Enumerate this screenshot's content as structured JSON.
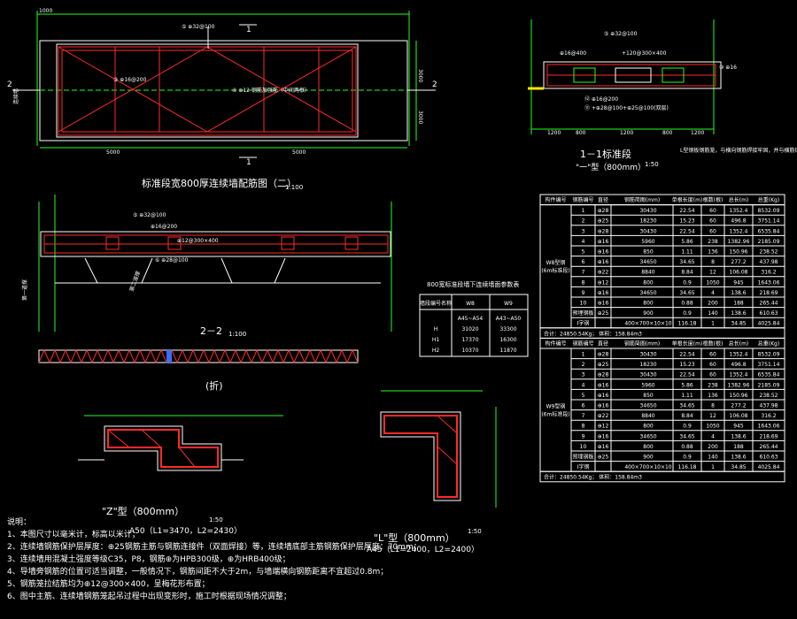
{
  "plan": {
    "dim_top": "1000",
    "dim_right": [
      "3000",
      "3000"
    ],
    "dim_bottom": [
      "5000",
      "5000"
    ],
    "section_mark_1": "1",
    "section_mark_2": "2",
    "rebar_top": "⑤ ⊕32@100",
    "rebar_mid": "③ ⊕16@200",
    "rebar_note": "④ ⊕12 钢筋加强筋（中间两根）",
    "left_note": "连续墙",
    "title": "标准段宽800厚连续墙配筋图（二）",
    "scale": "1:100"
  },
  "section11": {
    "dims": [
      "1200",
      "800",
      "1200",
      "800",
      "1200"
    ],
    "labels": [
      "⑤ ⊕32@100",
      "⊕16@400",
      "⑫ ⊕16@200",
      "+120@300×400",
      "⑩ ⊕16",
      "⑪ +⊕28@100+⊕25@100(双层)"
    ],
    "title": "1－1标准段",
    "subtitle": "\"一\"型（800mm）",
    "scale": "1:50",
    "note": "L型钢板钢筋笼，与横向钢筋焊接牢固，并与横筋焊接"
  },
  "section22": {
    "title": "2－2",
    "scale": "1:100",
    "labels": [
      "⊕16@200",
      "⊕12@300×400",
      "⑤ ⊕32@100",
      "⑥ ⊕28@100"
    ],
    "side_labels": [
      "第一道撑",
      "第二道撑"
    ]
  },
  "corner_z": {
    "title": "\"Z\"型（800mm）",
    "scale": "1:50",
    "subtitle": "A50（L1=3470，L2=2430）",
    "label": "(折)"
  },
  "corner_l": {
    "title": "\"L\"型（800mm）",
    "scale": "1:50",
    "subtitle": "A45（L1=2400，L2=2400）"
  },
  "small_table": {
    "title": "800宽标准段墙下连续墙面参数表",
    "headers": [
      "墙段编号名称",
      "W8",
      "W9"
    ],
    "rows": [
      [
        "",
        "A45~A54",
        "A43~A50"
      ],
      [
        "H",
        "31020",
        "33300"
      ],
      [
        "H1",
        "17370",
        "16300"
      ],
      [
        "H2",
        "10370",
        "11870"
      ]
    ]
  },
  "big_table": {
    "headers": [
      "构件编号",
      "钢筋编号",
      "直径",
      "钢筋简图(mm)",
      "单根长度(m)",
      "根数(根)",
      "总长(m)",
      "总重(Kg)"
    ],
    "groups": [
      {
        "name": "W8型钢\n(6m标准段)",
        "rows": [
          [
            "1",
            "⊕28",
            "30430",
            "22.54",
            "60",
            "1352.4",
            "8532.09"
          ],
          [
            "2",
            "⊕25",
            "18230",
            "15.23",
            "60",
            "496.8",
            "3751.14"
          ],
          [
            "3",
            "⊕28",
            "30430",
            "22.54",
            "60",
            "1352.4",
            "6535.84"
          ],
          [
            "4",
            "⊕16",
            "5960",
            "5.86",
            "238",
            "1382.96",
            "2185.09"
          ],
          [
            "5",
            "⊕16",
            "850",
            "1.11",
            "136",
            "150.96",
            "238.52"
          ],
          [
            "6",
            "⊕16",
            "34650",
            "34.65",
            "8",
            "277.2",
            "437.98"
          ],
          [
            "7",
            "⊕22",
            "8840",
            "8.84",
            "12",
            "106.08",
            "316.2"
          ],
          [
            "8",
            "⊕12",
            "800",
            "0.9",
            "1050",
            "945",
            "1643.06"
          ],
          [
            "9",
            "⊕16",
            "34650",
            "34.65",
            "4",
            "138.6",
            "218.69"
          ],
          [
            "10",
            "⊕16",
            "800",
            "0.88",
            "200",
            "188",
            "265.44"
          ],
          [
            "预埋钢板",
            "⊕25",
            "900",
            "0.9",
            "140",
            "138.6",
            "610.63"
          ],
          [
            "I字钢",
            "",
            "400×700×10×10",
            "116.18",
            "1",
            "34.85",
            "4025.84"
          ]
        ],
        "total": "合计：24850.54Kg；  体积：158.84m3"
      },
      {
        "name": "W9型钢\n(6m标准段)",
        "rows": [
          [
            "1",
            "⊕28",
            "30430",
            "22.54",
            "60",
            "1352.4",
            "8532.09"
          ],
          [
            "2",
            "⊕25",
            "18230",
            "15.23",
            "60",
            "496.8",
            "3751.14"
          ],
          [
            "3",
            "⊕28",
            "30430",
            "22.54",
            "60",
            "1352.4",
            "6535.84"
          ],
          [
            "4",
            "⊕16",
            "5960",
            "5.86",
            "238",
            "1382.96",
            "2185.09"
          ],
          [
            "5",
            "⊕16",
            "850",
            "1.11",
            "136",
            "150.96",
            "238.52"
          ],
          [
            "6",
            "⊕16",
            "34650",
            "34.65",
            "8",
            "277.2",
            "437.98"
          ],
          [
            "7",
            "⊕22",
            "8840",
            "8.84",
            "12",
            "106.08",
            "316.2"
          ],
          [
            "8",
            "⊕12",
            "800",
            "0.9",
            "1050",
            "945",
            "1643.06"
          ],
          [
            "9",
            "⊕16",
            "34650",
            "34.65",
            "4",
            "138.6",
            "218.69"
          ],
          [
            "10",
            "⊕16",
            "800",
            "0.88",
            "200",
            "188",
            "265.44"
          ],
          [
            "预埋钢板",
            "⊕25",
            "900",
            "0.9",
            "140",
            "138.6",
            "610.63"
          ],
          [
            "I字钢",
            "",
            "400×700×10×10",
            "116.18",
            "1",
            "34.85",
            "4025.84"
          ]
        ],
        "total": "合计：24850.54Kg；  体积：158.84m3"
      }
    ]
  },
  "notes": {
    "heading": "说明：",
    "items": [
      "1、本图尺寸以毫米计，标高以米计；",
      "2、连续墙钢筋保护层厚度：⊕25钢筋主筋与钢筋连接件（双面焊接）等，连续墙底部主筋钢筋保护层厚度：70mm；",
      "3、连续墙用混凝土强度等级C35，P8，钢筋⊕为HPB300级，⊕为HRB400级；",
      "4、导墙旁钢筋的位置可适当调整，一般情况下，钢筋间距不大于2m，与墙端横向钢筋距离不宜超过0.8m；",
      "5、钢筋笼拉结筋均为⊕12@300×400，呈梅花形布置；",
      "6、图中主筋、连续墙钢筋笼起吊过程中出现变形时，施工时根据现场情况调整；"
    ]
  }
}
